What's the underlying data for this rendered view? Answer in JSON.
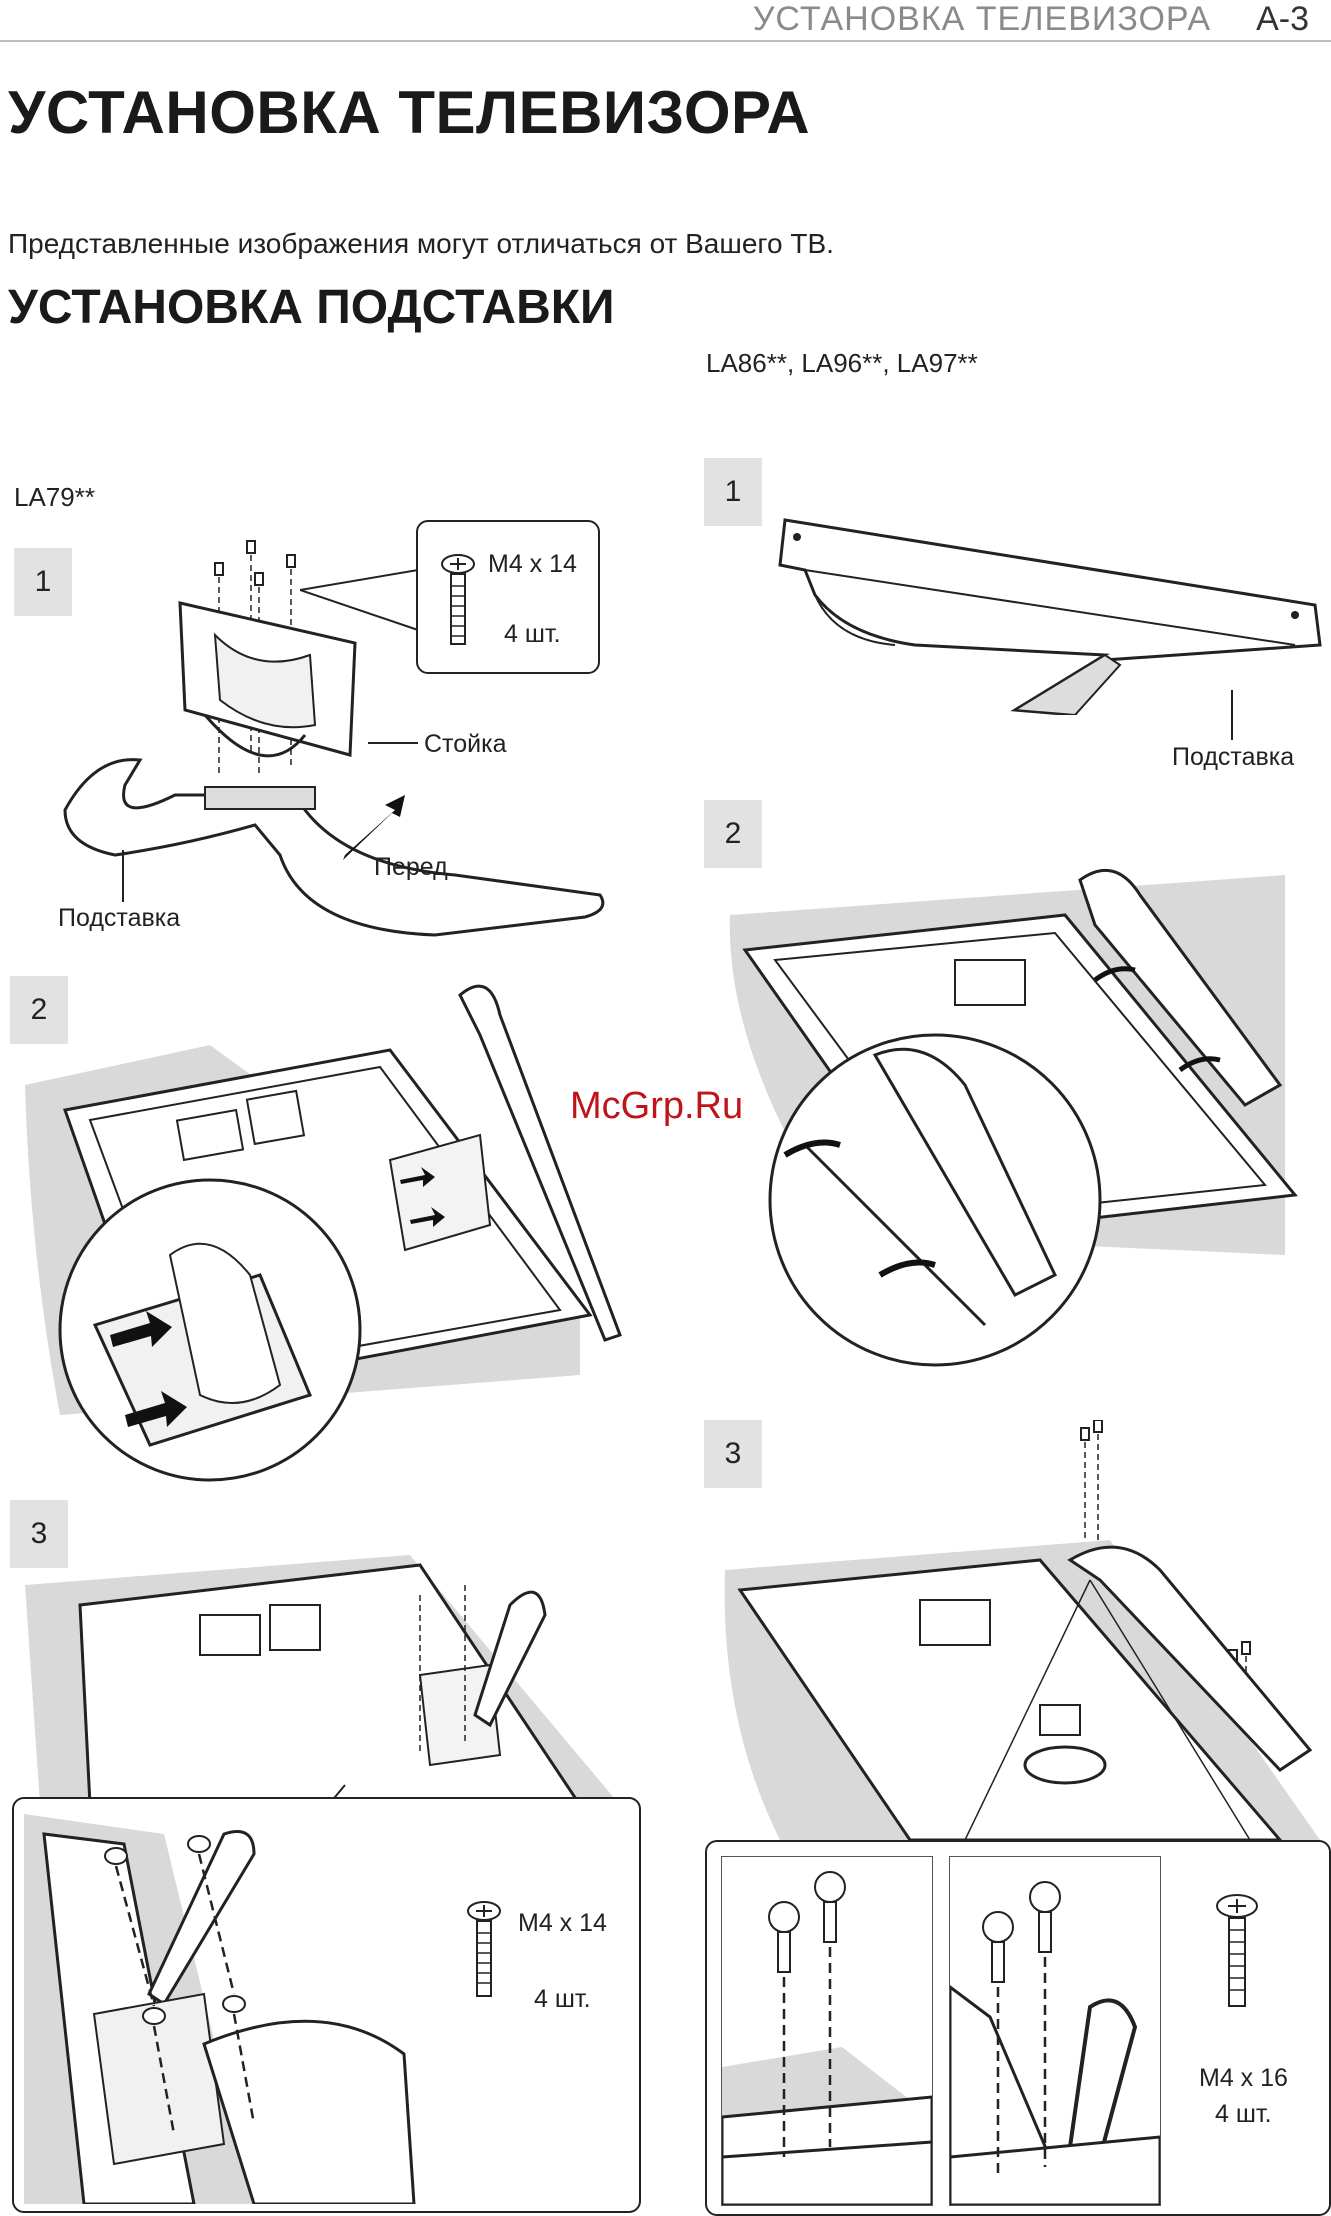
{
  "header": {
    "section": "УСТАНОВКА ТЕЛЕВИЗОРА",
    "page": "A-3"
  },
  "title": "УСТАНОВКА ТЕЛЕВИЗОРА",
  "note": "Представленные изображения могут отличаться от Вашего ТВ.",
  "subtitle": "УСТАНОВКА ПОДСТАВКИ",
  "watermark": "McGrp.Ru",
  "left": {
    "model": "LA79**",
    "steps": [
      "1",
      "2",
      "3"
    ],
    "screw_top": {
      "size": "M4 x 14",
      "qty": "4 шт."
    },
    "label_stand_post": "Стойка",
    "label_front": "Перед",
    "label_base": "Подставка",
    "screw_bottom": {
      "size": "M4 x 14",
      "qty": "4 шт."
    }
  },
  "right": {
    "model": "LA86**, LA96**, LA97**",
    "steps": [
      "1",
      "2",
      "3"
    ],
    "label_base": "Подставка",
    "screw": {
      "size": "M4 x 16",
      "qty": "4 шт."
    }
  }
}
